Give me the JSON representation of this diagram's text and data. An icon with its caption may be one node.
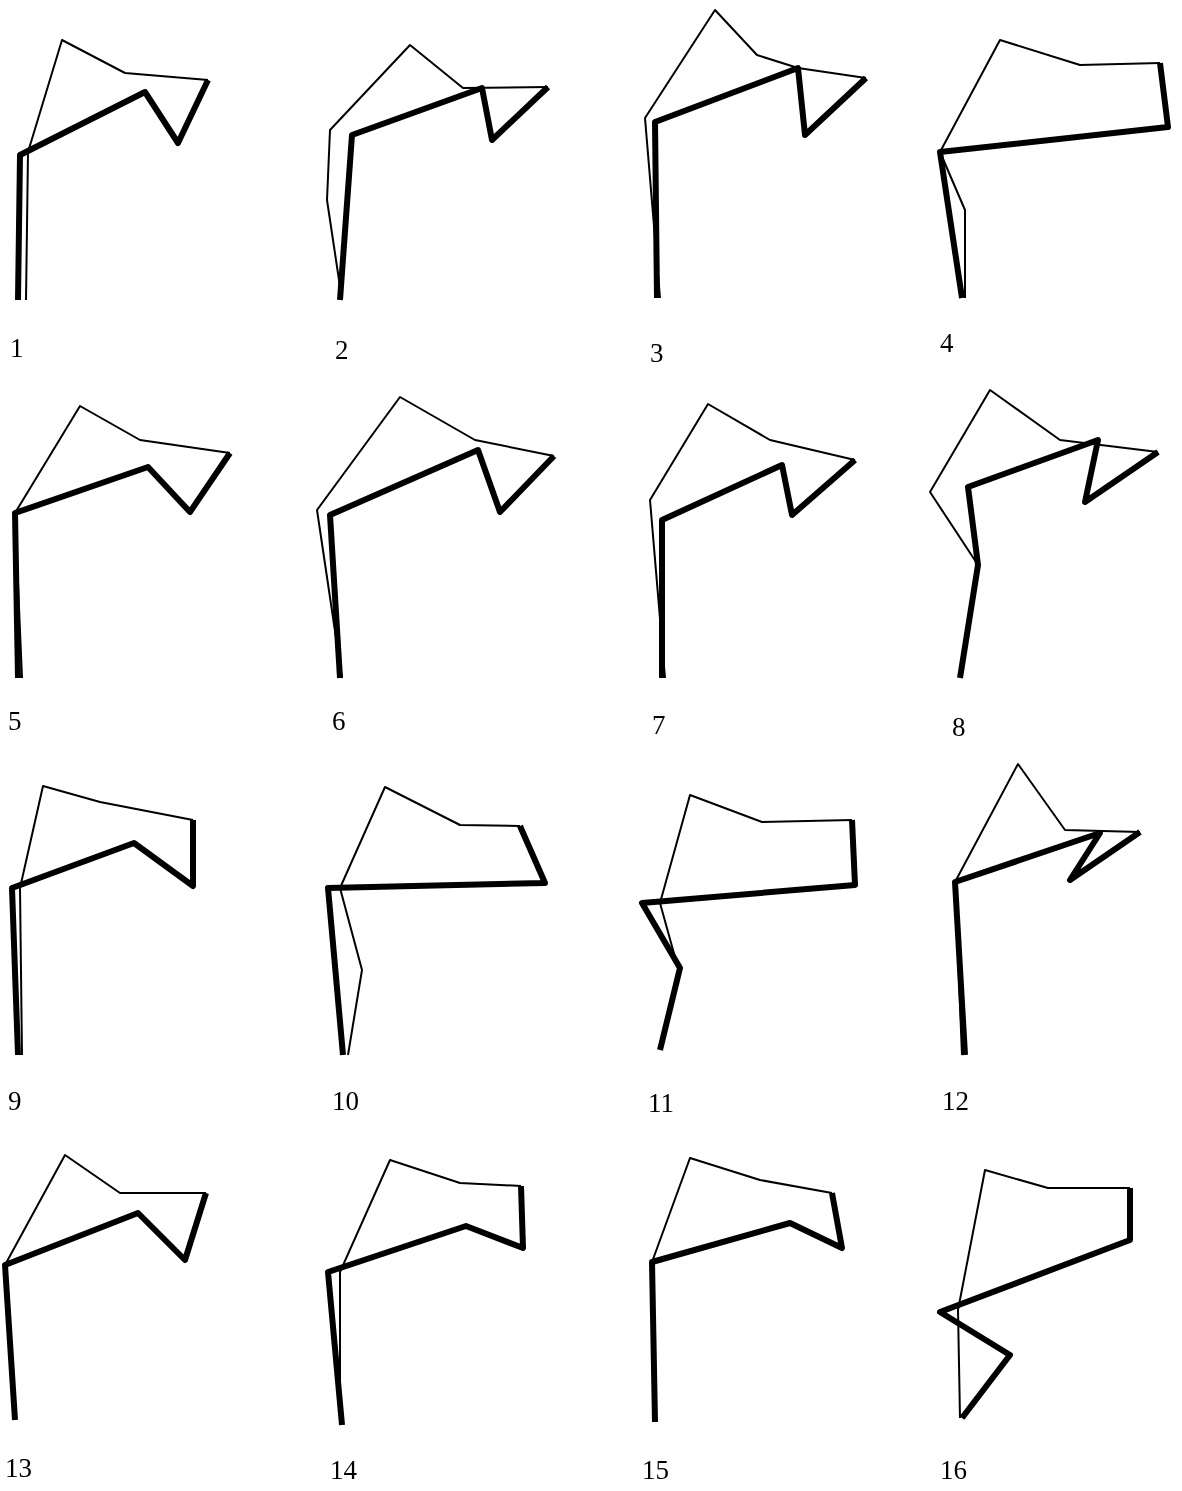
{
  "diagram": {
    "labels": [
      "1",
      "2",
      "3",
      "4",
      "5",
      "6",
      "7",
      "8",
      "9",
      "10",
      "11",
      "12",
      "13",
      "14",
      "15",
      "16"
    ]
  }
}
